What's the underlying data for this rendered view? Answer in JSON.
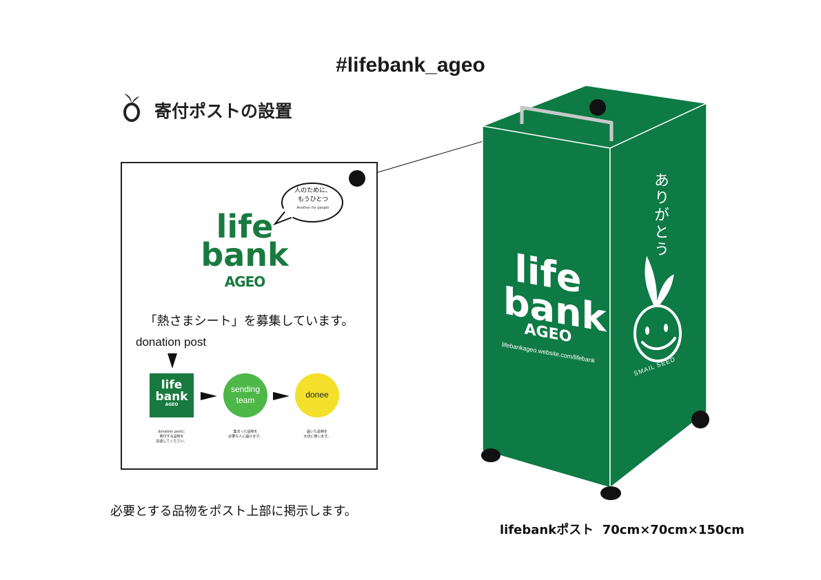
{
  "hashtag": "#lifebank_ageo",
  "section_title": "寄付ポストの設置",
  "poster": {
    "logo_life": "life",
    "logo_bank": "bank",
    "logo_ageo": "AGEO",
    "bubble_line1": "人のために、",
    "bubble_line2": "もうひとつ",
    "bubble_sub": "Another for people",
    "recruit_text": "「熱さまシート」を募集しています。",
    "donation_label": "donation post",
    "mini_logo_life": "life",
    "mini_logo_bank": "bank",
    "mini_logo_ageo": "AGEO",
    "node_sending": "sending\nteam",
    "node_donee": "donee",
    "caption1": "donation postに\n寄付する品物を\n投函してください。",
    "caption2": "集まった品物を\n必要な人に届けます。",
    "caption3": "届いた品物を\n大切に使います。",
    "colors": {
      "green": "#197a40",
      "light_green": "#4db848",
      "yellow": "#f2e02a"
    }
  },
  "note_bottom": "必要とする品物をポスト上部に掲示します。",
  "box": {
    "logo_life": "life",
    "logo_bank": "bank",
    "logo_ageo": "AGEO",
    "url": "lifebankageo.website.com/lifebank",
    "thanks": "ありがとう",
    "smail_seed": "SMAIL SEED",
    "color": "#0e7a45"
  },
  "spec": "lifebankポスト  70cm×70cm×150cm",
  "icons": [
    "seed-icon",
    "speech-bubble-icon",
    "arrow-right-icon",
    "arrow-down-icon",
    "smiley-seed-icon",
    "caster-wheel-icon",
    "handle-icon"
  ]
}
